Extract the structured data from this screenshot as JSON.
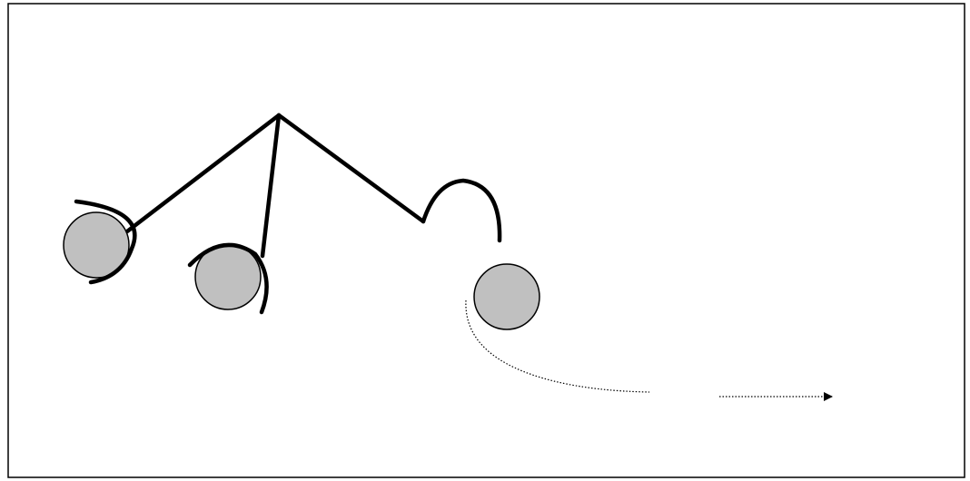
{
  "diagram": {
    "colors": {
      "background": "#ffffff",
      "frame": "#000000",
      "line": "#000000",
      "ball_fill": "#c0c0c0",
      "ball_stroke": "#000000",
      "path": "#000000"
    },
    "elements": [
      {
        "name": "left-arm",
        "kind": "straight-line"
      },
      {
        "name": "middle-arm",
        "kind": "straight-line"
      },
      {
        "name": "right-arm",
        "kind": "straight-line"
      },
      {
        "name": "left-ball",
        "kind": "ball",
        "fill": "#c0c0c0"
      },
      {
        "name": "middle-ball",
        "kind": "ball",
        "fill": "#c0c0c0"
      },
      {
        "name": "released-ball",
        "kind": "ball",
        "fill": "#c0c0c0"
      },
      {
        "name": "left-claw",
        "kind": "curved-gripper"
      },
      {
        "name": "middle-claw",
        "kind": "curved-gripper"
      },
      {
        "name": "right-claw",
        "kind": "open-hook"
      },
      {
        "name": "trajectory-curve",
        "kind": "dotted-path"
      },
      {
        "name": "direction-arrow",
        "kind": "dotted-arrow"
      }
    ]
  }
}
